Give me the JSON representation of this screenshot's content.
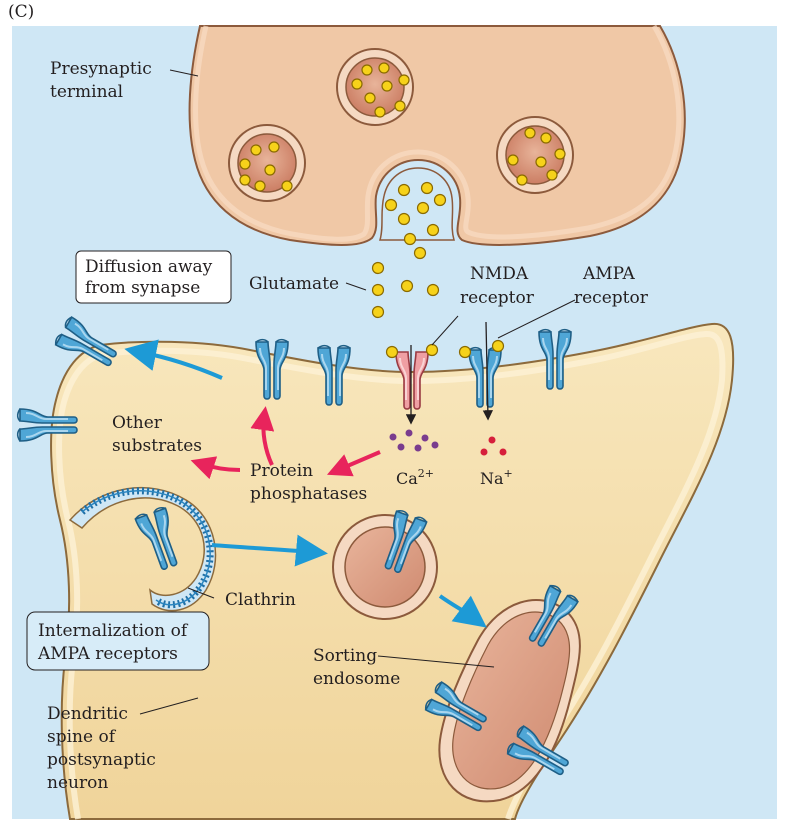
{
  "panel_label": "(C)",
  "colors": {
    "background_sky": "#cfe7f5",
    "presynaptic_fill": "#f0c8a6",
    "postsynaptic_fill": "#f5e0b0",
    "vesicle_fill": "#d9967e",
    "glutamate": "#f6d21a",
    "ampa_receptor": "#4fa6d6",
    "nmda_receptor": "#ef9fa3",
    "blue_arrow": "#1d9ad6",
    "red_arrow": "#e8245c",
    "calcium_dot": "#7a3c8e",
    "sodium_dot": "#d61f3b"
  },
  "labels": {
    "presynaptic_terminal": [
      "Presynaptic",
      "terminal"
    ],
    "diffusion_away": [
      "Diffusion away",
      "from synapse"
    ],
    "glutamate": "Glutamate",
    "nmda_receptor": [
      "NMDA",
      "receptor"
    ],
    "ampa_receptor": [
      "AMPA",
      "receptor"
    ],
    "other_substrates": [
      "Other",
      "substrates"
    ],
    "protein_phosphatases": [
      "Protein",
      "phosphatases"
    ],
    "calcium": {
      "base": "Ca",
      "sup": "2+"
    },
    "sodium": {
      "base": "Na",
      "sup": "+"
    },
    "clathrin": "Clathrin",
    "internalization": [
      "Internalization of",
      "AMPA receptors"
    ],
    "sorting_endosome": [
      "Sorting",
      "endosome"
    ],
    "dendritic_spine": [
      "Dendritic",
      "spine of",
      "postsynaptic",
      "neuron"
    ]
  }
}
